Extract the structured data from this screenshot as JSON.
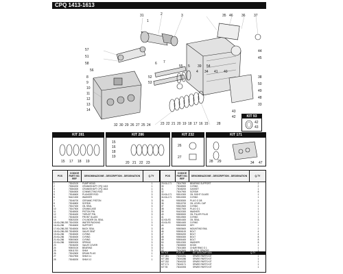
{
  "title": "CPQ 1413-1613",
  "kit_badge": {
    "label": "KIT 93",
    "numbers": [
      "42",
      "43"
    ]
  },
  "kits": [
    {
      "label": "KIT 281",
      "numbers": [
        "15",
        "17",
        "18",
        "19"
      ]
    },
    {
      "label": "KIT 286",
      "numbers": [
        "15",
        "16",
        "18",
        "19",
        "20",
        "21",
        "22",
        "23"
      ]
    },
    {
      "label": "KIT 232",
      "numbers": [
        "26",
        "27"
      ]
    },
    {
      "label": "KIT 171",
      "numbers": [
        "28",
        "29",
        "34",
        "47"
      ]
    }
  ],
  "diagram_labels": [
    "31",
    "2",
    "3",
    "1",
    "35",
    "46",
    "36",
    "37",
    "44",
    "45",
    "57",
    "51",
    "58",
    "56",
    "4",
    "34",
    "41",
    "40",
    "55",
    "5",
    "39",
    "54",
    "8",
    "9",
    "10",
    "11",
    "12",
    "13",
    "14",
    "38",
    "50",
    "49",
    "48",
    "33",
    "6",
    "7",
    "52",
    "53",
    "32",
    "30",
    "29",
    "26",
    "27",
    "25",
    "24",
    "23",
    "22",
    "21",
    "20",
    "19",
    "18",
    "17",
    "16",
    "15",
    "28",
    "43",
    "42"
  ],
  "table": {
    "headers": {
      "pos": "POS",
      "code": "CODICE PART NO. REF",
      "desc": "DENOMINAZIONE - DESCRIPTION - DESIGNATION",
      "qty": "Q.TY"
    },
    "left_rows": [
      [
        "1",
        "73042100",
        "PUMP HEAD",
        "1"
      ],
      [
        "2",
        "73084200",
        "CRANKSHAFT CPQ 1413",
        "1"
      ],
      [
        "3",
        "73084300",
        "CRANKSHAFT CPQ 1613",
        "1"
      ],
      [
        "4",
        "73084500",
        "CONNECTING ROD",
        "3"
      ],
      [
        "5",
        "73046600",
        "PLUNGER ROD",
        "3"
      ],
      [
        "6",
        "94421300",
        "WASHER",
        "3"
      ],
      [
        "7",
        "73046700",
        "CERAMIC PISTON",
        "3"
      ],
      [
        "8",
        "73046800",
        "SCREW",
        "3"
      ],
      [
        "9",
        "73047400",
        "OIL SEAL",
        "3"
      ],
      [
        "10",
        "73047500",
        "CRANKCASE",
        "1"
      ],
      [
        "11",
        "73048000",
        "PISTON PIN",
        "3"
      ],
      [
        "12",
        "73046400",
        "THRUST PIN",
        "3"
      ],
      [
        "13",
        "73046200",
        "FRONT GLASS",
        "1"
      ],
      [
        "14",
        "90520200",
        "CYLINDER OIL SEAL",
        "1"
      ],
      [
        "15-KA-286-281",
        "73043300",
        "WATER PACKING",
        "3"
      ],
      [
        "16-KA-286",
        "73046600",
        "SUPPORT",
        "3"
      ],
      [
        "17-KA-286-281",
        "73048000",
        "BACK SEAL",
        "3"
      ],
      [
        "18-KA-286-281",
        "73048000",
        "VALVE SEAT",
        "3"
      ],
      [
        "19-KA-286",
        "73048400",
        "O-RING",
        "3"
      ],
      [
        "20-KA-286",
        "73048400",
        "O-RING",
        "3"
      ],
      [
        "21-KA-286",
        "90500600",
        "O-RING",
        "3"
      ],
      [
        "22-KA-286",
        "90590000",
        "SPRING",
        "3"
      ],
      [
        "23",
        "73036200",
        "VALVE COVER",
        "3"
      ],
      [
        "24",
        "90500100",
        "BEARING",
        "3"
      ],
      [
        "25",
        "90511700",
        "SHIM",
        "3"
      ],
      [
        "26",
        "73042600",
        "DRAIN PLUG",
        "1"
      ],
      [
        "27",
        "73047900",
        "SHIM 0.1",
        "1"
      ],
      [
        "28",
        "73048200",
        "SHIM 0.2",
        "1"
      ]
    ],
    "right_rows": [
      [
        "29-KA-171",
        "73047900",
        "BEARING SUPPORT",
        "2"
      ],
      [
        "30",
        "73048000",
        "O-RING",
        "2"
      ],
      [
        "31",
        "73048200",
        "GASKET",
        "1"
      ],
      [
        "32",
        "73047900",
        "SCREW",
        "8"
      ],
      [
        "33-KA-171",
        "90510300",
        "OIL SIGHT GLASS",
        "1"
      ],
      [
        "34-KA-171",
        "90510000",
        "O-RING",
        "1"
      ],
      [
        "35",
        "90528300",
        "PLUG G 3/8",
        "1"
      ],
      [
        "36",
        "90510700",
        "OIL LEVEL CAP",
        "1"
      ],
      [
        "37",
        "90522600",
        "O-RING",
        "1"
      ],
      [
        "38",
        "90527000",
        "PLUG G 1",
        "1"
      ],
      [
        "39",
        "90420300",
        "WASHER",
        "1"
      ],
      [
        "40",
        "90508000",
        "OIL FILLER PLUG",
        "1"
      ],
      [
        "41",
        "90510500",
        "O-RING",
        "1"
      ],
      [
        "42-KA-93",
        "90504400",
        "OIL SEAL",
        "3"
      ],
      [
        "43-KA-93",
        "90504400",
        "O-RING",
        "1"
      ],
      [
        "44",
        "90526000",
        "KEY",
        "1"
      ],
      [
        "45",
        "90505600",
        "MOUNTING RAIL",
        "2"
      ],
      [
        "46",
        "90506100",
        "BOLT",
        "4"
      ],
      [
        "47",
        "90506200",
        "BOLT",
        "4"
      ],
      [
        "48",
        "90506300",
        "BOLT",
        "8"
      ],
      [
        "49",
        "90506400",
        "BOLT",
        "8"
      ],
      [
        "50",
        "90510300",
        "WASHER",
        "8"
      ],
      [
        "51",
        "73008000",
        "HOOK",
        "1"
      ],
      [
        "52",
        "73041800",
        "CHAIR RING G 1",
        "1"
      ],
      [
        "53",
        "73042600",
        "OIL SEAL SPACER",
        "1"
      ]
    ],
    "kit_headers": {
      "kit": "RIF.KIT",
      "pos": "POS. N°",
      "desc": "KIT DESCRIPTION",
      "qty": "Q.TY"
    },
    "kit_rows": [
      [
        "KIT 281",
        "73040281",
        "SPARE PARTS KIT",
        "1"
      ],
      [
        "KIT 286",
        "73040286",
        "SPARE PARTS KIT",
        "1"
      ],
      [
        "KIT 232",
        "73040232",
        "SPARE PARTS KIT",
        "1"
      ],
      [
        "KIT 171",
        "73040171",
        "SPARE PARTS KIT",
        "1"
      ],
      [
        "KIT 93",
        "73040093",
        "SPARE PARTS KIT",
        "1"
      ]
    ]
  }
}
